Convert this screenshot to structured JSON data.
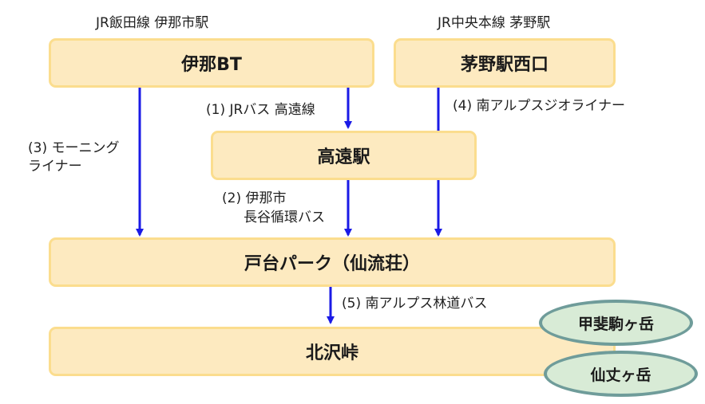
{
  "captions": {
    "iida_line": "JR飯田線 伊那市駅",
    "chuo_line": "JR中央本線 茅野駅"
  },
  "nodes": {
    "ina_bt": "伊那BT",
    "chino_west": "茅野駅西口",
    "takato": "高遠駅",
    "todai_park": "戸台パーク（仙流荘）",
    "kitazawa": "北沢峠"
  },
  "routes": {
    "r1": "(1) JRバス 高遠線",
    "r2_line1": "(2) 伊那市",
    "r2_line2": "長谷循環バス",
    "r3_line1": "(3) モーニング",
    "r3_line2": "ライナー",
    "r4": "(4) 南アルプスジオライナー",
    "r5": "(5) 南アルプス林道バス"
  },
  "peaks": {
    "kaikoma": "甲斐駒ヶ岳",
    "senjo": "仙丈ヶ岳"
  },
  "colors": {
    "box_fill": "#fdeac0",
    "box_border": "#fbdd8e",
    "arrow": "#1a1ae6",
    "oval_fill": "#d8ebd6",
    "oval_border": "#6f9c9a"
  }
}
